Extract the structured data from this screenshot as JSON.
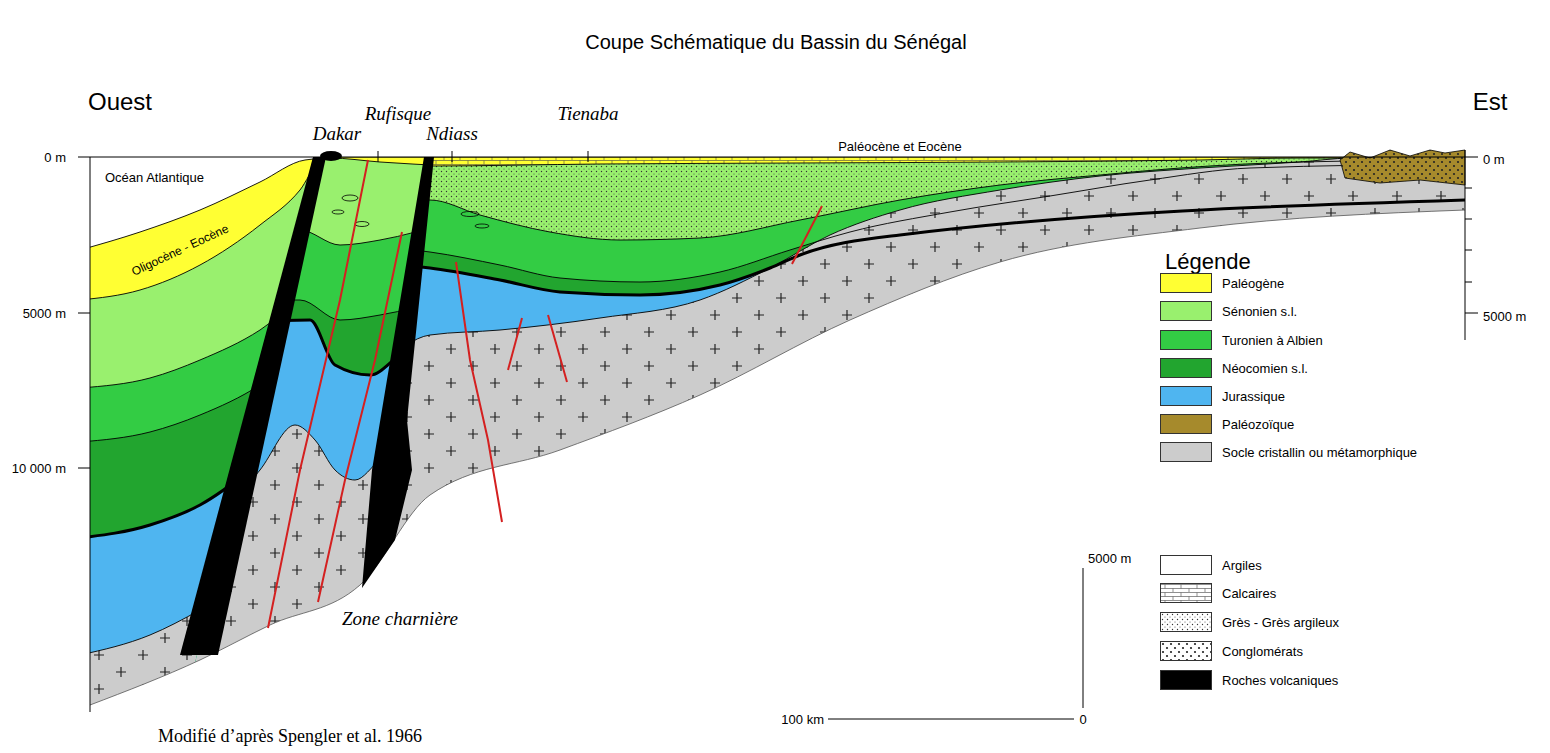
{
  "diagram": {
    "title": "Coupe Schématique du Bassin du Sénégal",
    "caption": "Modifié d’après Spengler et al. 1966",
    "labels": [
      "Ouest",
      "Rufisque",
      "Dakar",
      "Ndiass",
      "Tienaba",
      "Est",
      "0 m",
      "Océan Atlantique",
      "Oligocène - Eocène",
      "Paléocène et Eocène",
      "0 m",
      "Légende",
      "5000 m",
      "5000 m",
      "10 000 m",
      "Zone charnière",
      "5000 m",
      "100 km",
      "0"
    ],
    "legend": [
      {
        "text": "Paléogène",
        "color": "#ffff33"
      },
      {
        "text": "Sénonien s.l.",
        "color": "#99f06e"
      },
      {
        "text": "Turonien à Albien",
        "color": "#33cc44"
      },
      {
        "text": "Néocomien s.l.",
        "color": "#22a52f"
      },
      {
        "text": "Jurassique",
        "color": "#4fb5f0"
      },
      {
        "text": "Paléozoïque",
        "color": "#a68a2c"
      },
      {
        "text": "Socle cristallin ou métamorphique",
        "color": "#cccccc"
      },
      {
        "text": "Argiles"
      },
      {
        "text": "Calcaires"
      },
      {
        "text": "Grès - Grès argileux"
      },
      {
        "text": "Conglomérats"
      },
      {
        "text": "Roches volcaniques",
        "color": "#000000"
      }
    ]
  }
}
